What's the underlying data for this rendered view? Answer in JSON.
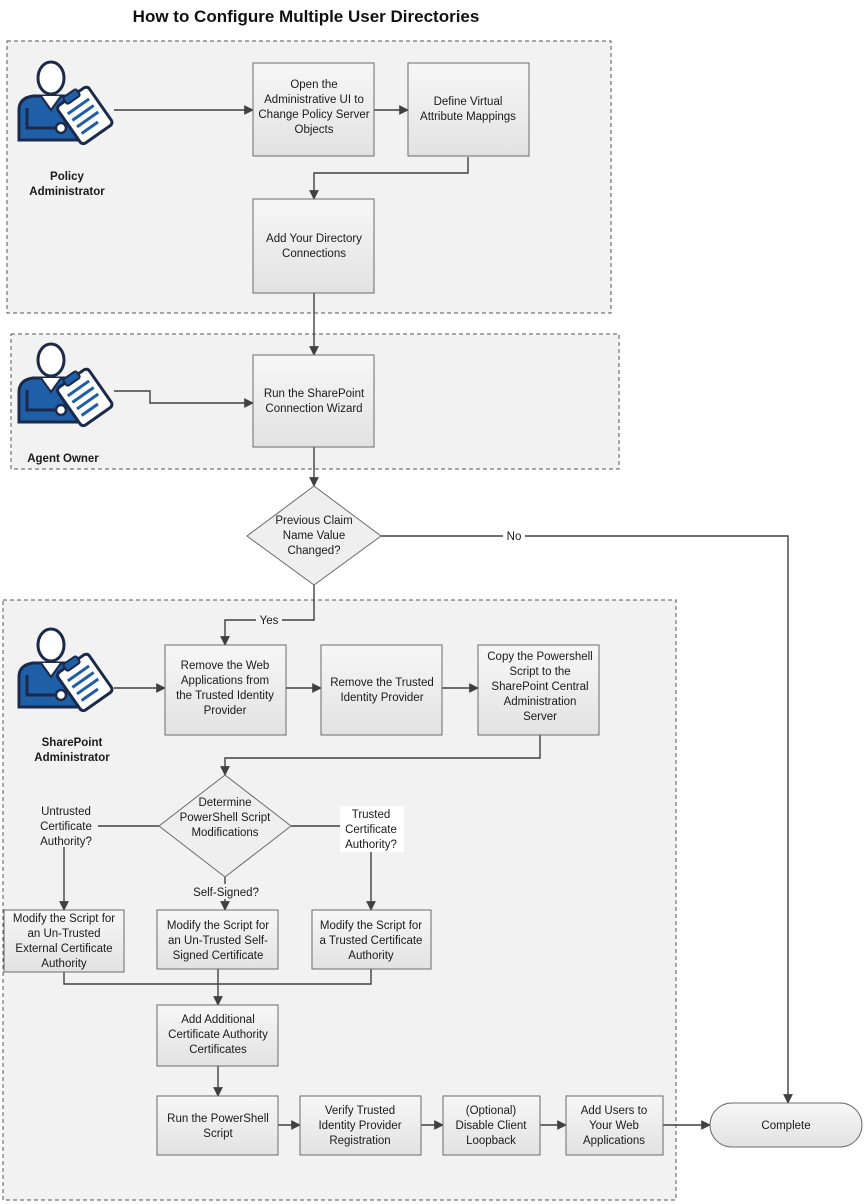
{
  "title": "How to Configure Multiple User Directories",
  "roles": {
    "policy_admin": [
      "Policy",
      "Administrator"
    ],
    "agent_owner": [
      "Agent Owner"
    ],
    "sharepoint_admin": [
      "SharePoint",
      "Administrator"
    ]
  },
  "steps": {
    "open_ui": [
      "Open the",
      "Administrative UI to",
      "Change Policy Server",
      "Objects"
    ],
    "define_mappings": [
      "Define Virtual",
      "Attribute Mappings"
    ],
    "add_connections": [
      "Add Your Directory",
      "Connections"
    ],
    "run_wizard": [
      "Run the SharePoint",
      "Connection Wizard"
    ],
    "remove_web_apps": [
      "Remove the Web",
      "Applications from",
      "the Trusted Identity",
      "Provider"
    ],
    "remove_provider": [
      "Remove the Trusted",
      "Identity Provider"
    ],
    "copy_script": [
      "Copy the Powershell",
      "Script to the",
      "SharePoint Central",
      "Administration",
      "Server"
    ],
    "modify_untrusted_external": [
      "Modify the Script for",
      "an Un-Trusted",
      "External Certificate",
      "Authority"
    ],
    "modify_untrusted_self": [
      "Modify the Script for",
      "an Un-Trusted Self-",
      "Signed Certificate"
    ],
    "modify_trusted": [
      "Modify the Script for",
      "a Trusted Certificate",
      "Authority"
    ],
    "add_ca_certs": [
      "Add Additional",
      "Certificate Authority",
      "Certificates"
    ],
    "run_powershell": [
      "Run the PowerShell",
      "Script"
    ],
    "verify_provider": [
      "Verify Trusted",
      "Identity Provider",
      "Registration"
    ],
    "disable_loopback": [
      "(Optional)",
      "Disable Client",
      "Loopback"
    ],
    "add_users": [
      "Add Users to",
      "Your Web",
      "Applications"
    ]
  },
  "decisions": {
    "claim_changed": [
      "Previous Claim",
      "Name Value",
      "Changed?"
    ],
    "script_mods": [
      "Determine",
      "PowerShell Script",
      "Modifications"
    ]
  },
  "edge_labels": {
    "no": "No",
    "yes": "Yes",
    "untrusted": [
      "Untrusted",
      "Certificate",
      "Authority?"
    ],
    "self_signed": "Self-Signed?",
    "trusted": [
      "Trusted",
      "Certificate",
      "Authority?"
    ]
  },
  "terminal": "Complete",
  "colors": {
    "lane_fill": "#f2f2f2",
    "figure_blue": "#1f5fa8",
    "figure_navy": "#1b2a4a"
  }
}
